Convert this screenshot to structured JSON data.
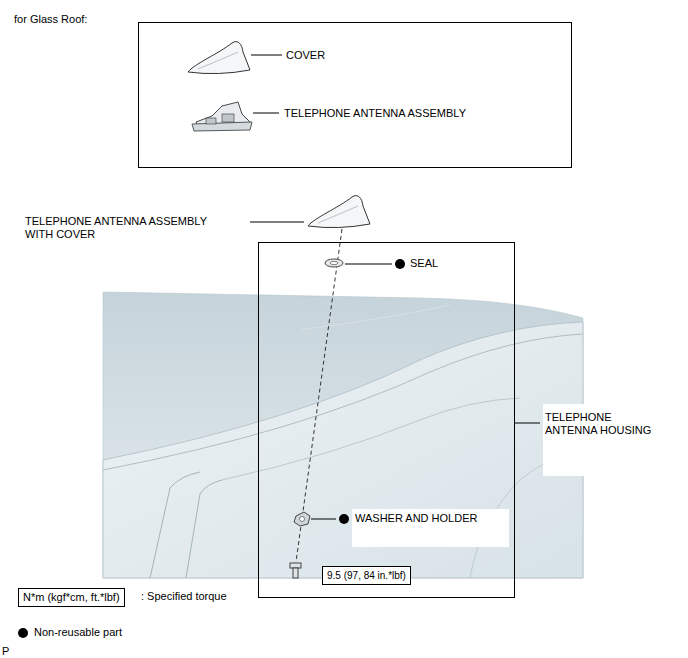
{
  "diagram": {
    "nodes": [
      {
        "text": [
          "COVER",
          "TELEPHONE ANTENNA ASSEMBLY"
        ]
      },
      {
        "text": [
          "TELEPHONE ANTENNA HOUSING"
        ]
      },
      {
        "text": [
          "9.5 (97, 84 in.*lbf)"
        ],
        "in": 1
      },
      {
        "text": [
          "N*m (kgf*cm, ft.*lbf)"
        ]
      }
    ],
    "labels": [
      "for Glass Roof:",
      "TELEPHONE ANTENNA ASSEMBLY WITH COVER",
      "SEAL",
      "WASHER AND HOLDER",
      ": Specified torque",
      "P"
    ],
    "legend": [
      {
        "text": "Non-reusable part"
      }
    ]
  }
}
